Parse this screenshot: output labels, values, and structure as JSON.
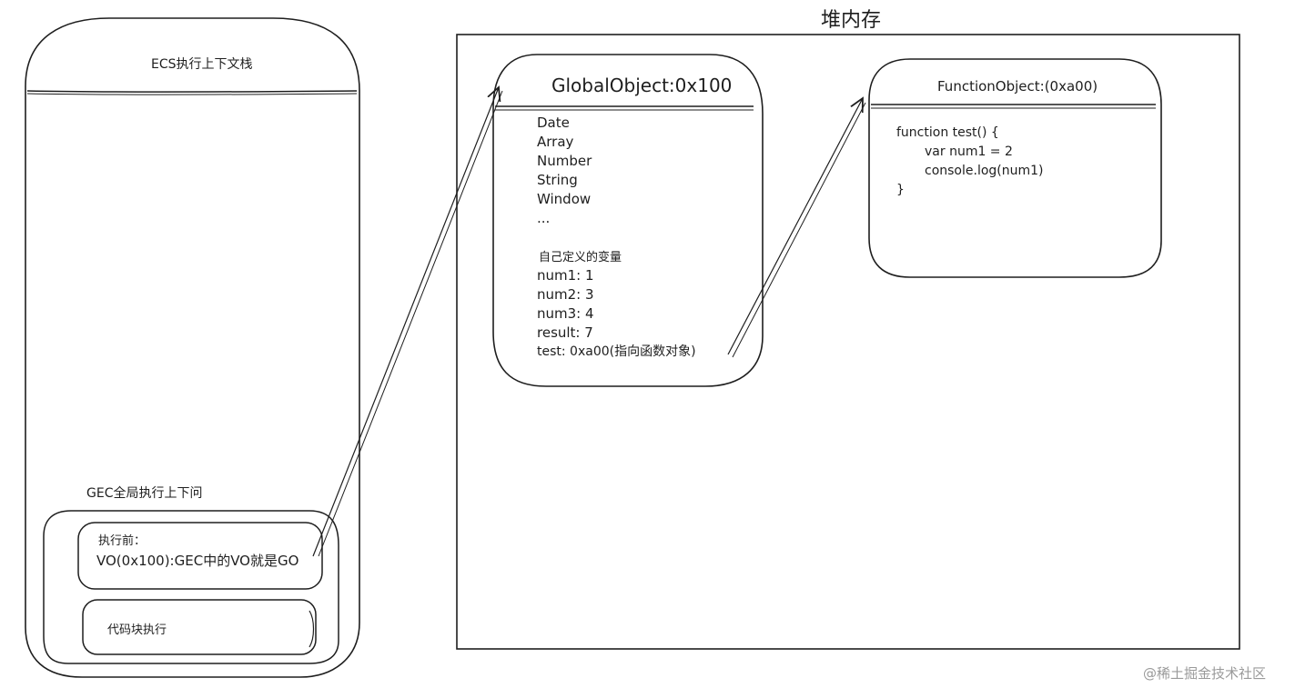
{
  "ecs_stack": {
    "title": "ECS执行上下文栈",
    "gec_label": "GEC全局执行上下问",
    "before_exec_label": "执行前：",
    "vo_line": "VO(0x100):GEC中的VO就是GO",
    "code_block_label": "代码块执行"
  },
  "heap": {
    "title": "堆内存"
  },
  "global_object": {
    "title": "GlobalObject:0x100",
    "builtins": [
      "Date",
      "Array",
      "Number",
      "String",
      "Window",
      "..."
    ],
    "custom_vars_label": "自己定义的变量",
    "vars": [
      "num1: 1",
      "num2: 3",
      "num3: 4",
      "result: 7",
      "test: 0xa00(指向函数对象)"
    ]
  },
  "function_object": {
    "title": "FunctionObject:(0xa00)",
    "code": [
      "function test() {",
      "var num1 = 2",
      "console.log(num1)",
      "}"
    ]
  },
  "watermark": "@稀土掘金技术社区"
}
